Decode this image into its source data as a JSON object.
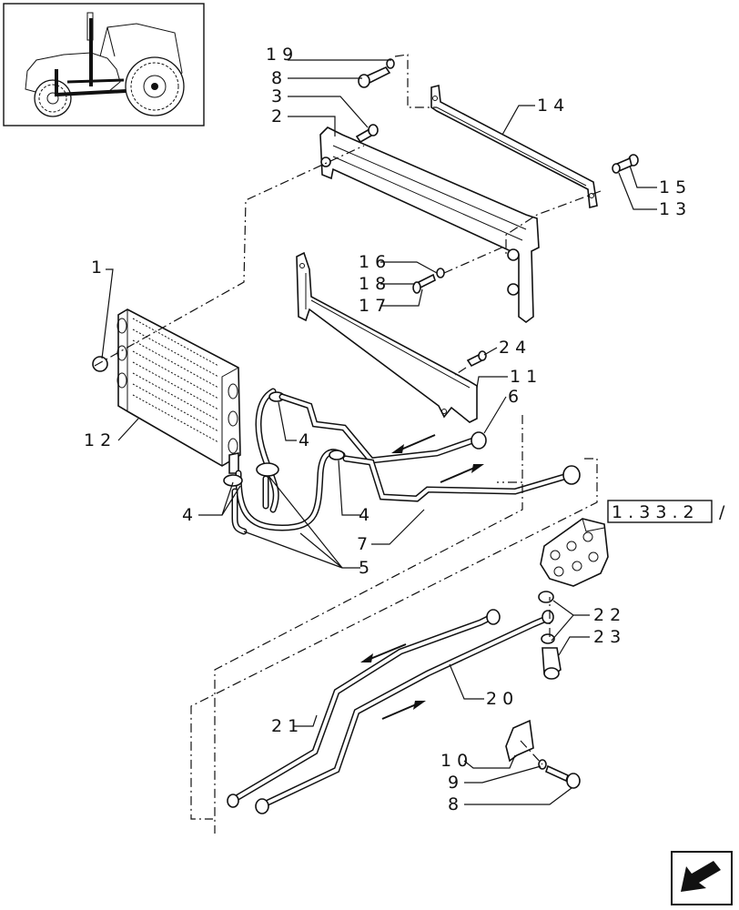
{
  "callouts": {
    "c1": "1",
    "c2": "2",
    "c3": "3",
    "c4a": "4",
    "c4b": "4",
    "c4c": "4",
    "c5": "5",
    "c6": "6",
    "c7": "7",
    "c8a": "8",
    "c8b": "8",
    "c9": "9",
    "c10": "1 0",
    "c11": "1 1",
    "c12": "1 2",
    "c13": "1 3",
    "c14": "1 4",
    "c15": "1 5",
    "c16": "1 6",
    "c17": "1 7",
    "c18": "1 8",
    "c19": "1 9",
    "c20": "2 0",
    "c21": "2 1",
    "c22": "2 2",
    "c23": "2 3",
    "c24": "2 4"
  },
  "reference": {
    "box_text": "1 . 3 3 . 2",
    "suffix": "/"
  },
  "icons": {
    "thumbnail": "tractor-thumbnail-icon",
    "nav": "next-page-arrow-icon"
  }
}
